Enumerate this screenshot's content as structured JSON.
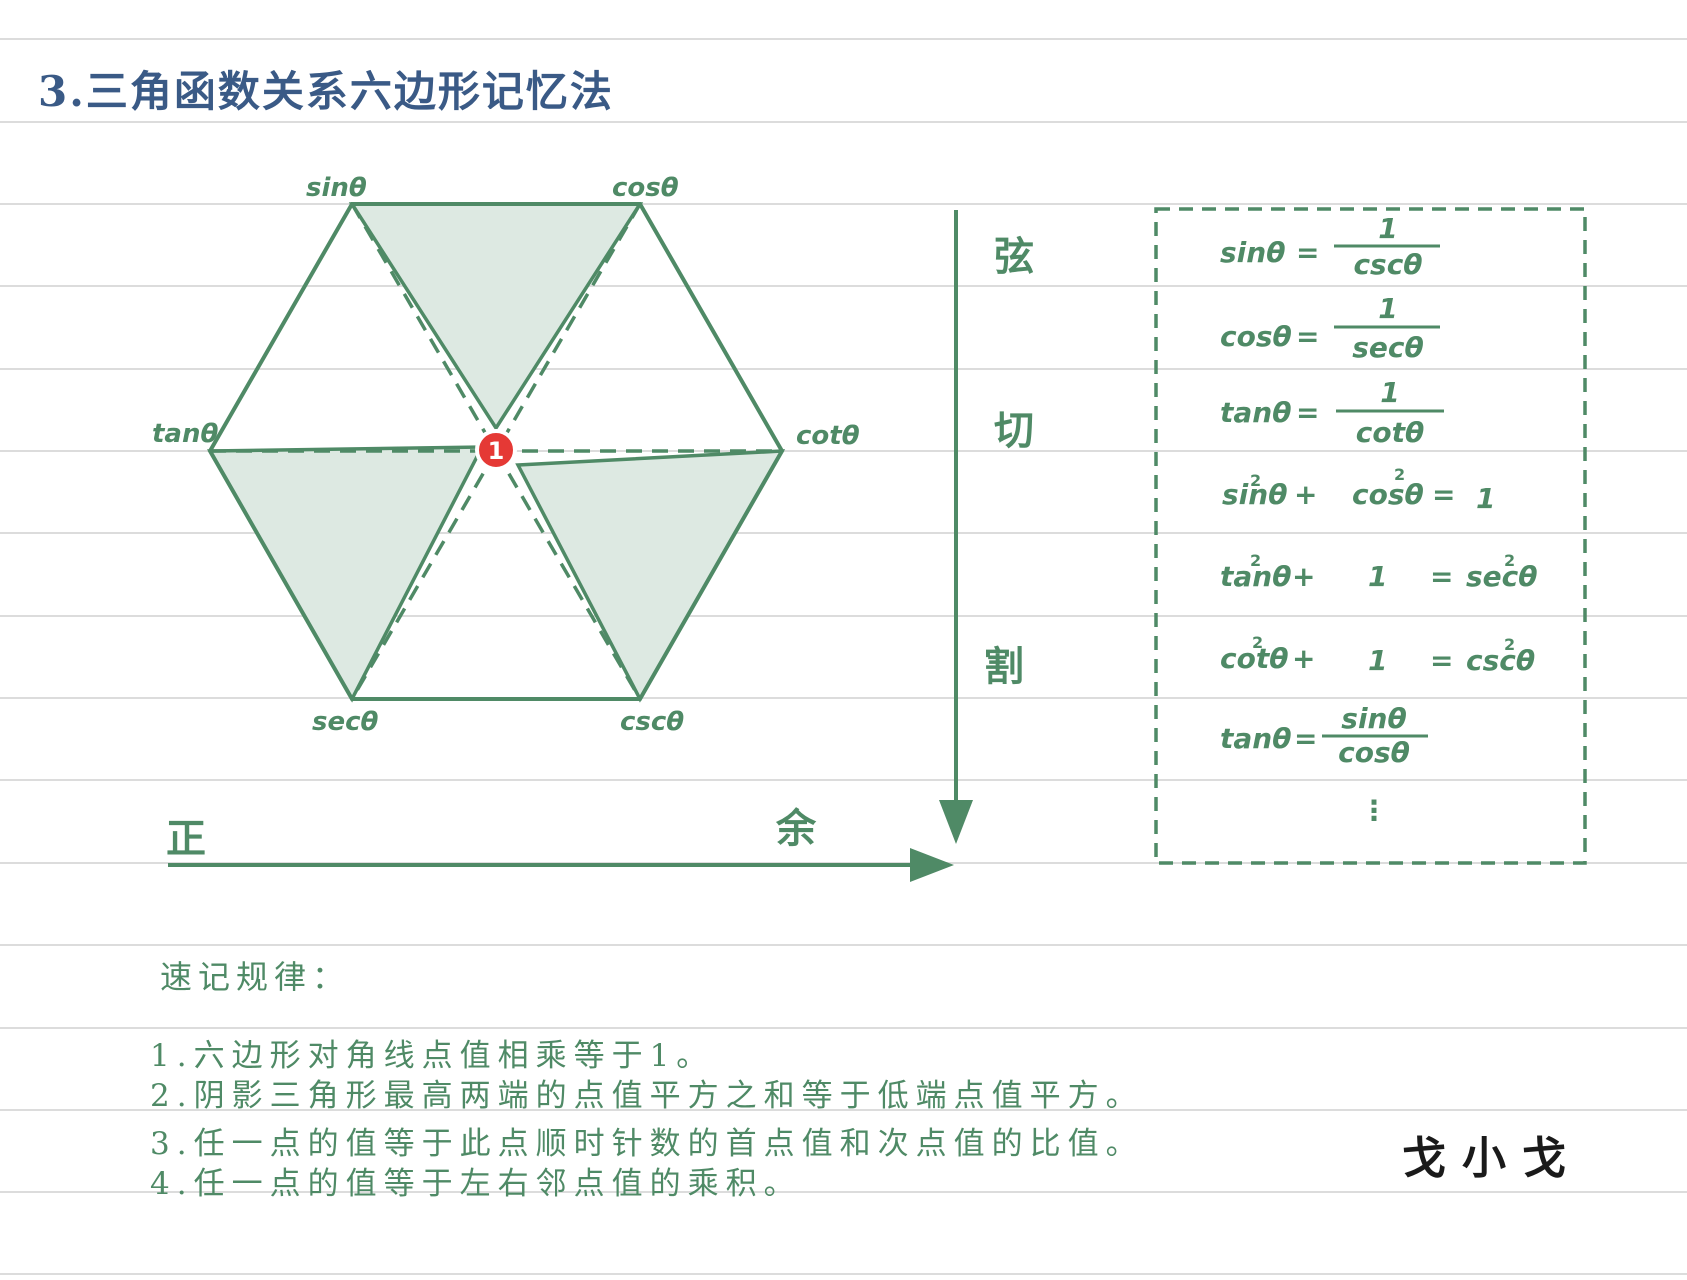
{
  "page": {
    "title": "3.三角函数关系六边形记忆法"
  },
  "colors": {
    "title_color": "#3a5a86",
    "green": "#4f8a66",
    "shade": "#dde9e2",
    "badge": "#e53935",
    "ruled_line": "#dcdcdc"
  },
  "hexagon": {
    "vertices": {
      "top_left": "sinθ",
      "top_right": "cosθ",
      "left": "tanθ",
      "right": "cotθ",
      "bottom_left": "secθ",
      "bottom_right": "cscθ"
    },
    "center_badge": "1",
    "shaded_triangles": [
      "sinθ-cosθ-1",
      "tanθ-1-secθ",
      "1-cotθ-cscθ"
    ]
  },
  "axes": {
    "horizontal_start": "正",
    "horizontal_end": "余",
    "vertical": [
      "弦",
      "切",
      "割"
    ]
  },
  "formulas": [
    {
      "lhs": "sinθ",
      "op": "=",
      "numerator": "1",
      "denominator": "cscθ"
    },
    {
      "lhs": "cosθ",
      "op": "=",
      "numerator": "1",
      "denominator": "secθ"
    },
    {
      "lhs": "tanθ",
      "op": "=",
      "numerator": "1",
      "denominator": "cotθ"
    },
    {
      "a": "sinθ",
      "a_exp": "2",
      "plus": "+",
      "b": "cosθ",
      "b_exp": "2",
      "eq": "=",
      "c": "1"
    },
    {
      "a": "tanθ",
      "a_exp": "2",
      "plus": "+",
      "b": "1",
      "eq": "=",
      "c": "secθ",
      "c_exp": "2"
    },
    {
      "a": "cotθ",
      "a_exp": "2",
      "plus": "+",
      "b": "1",
      "eq": "=",
      "c": "cscθ",
      "c_exp": "2"
    },
    {
      "lhs": "tanθ",
      "op": "=",
      "numerator": "sinθ",
      "denominator": "cosθ"
    },
    {
      "ellipsis": "⋮"
    }
  ],
  "tips": {
    "heading": "速记规律：",
    "items": [
      "1.六边形对角线点值相乘等于1。",
      "2.阴影三角形最高两端的点值平方之和等于低端点值平方。",
      "3.任一点的值等于此点顺时针数的首点值和次点值的比值。",
      "4.任一点的值等于左右邻点值的乘积。"
    ]
  },
  "author": "戈小戈"
}
